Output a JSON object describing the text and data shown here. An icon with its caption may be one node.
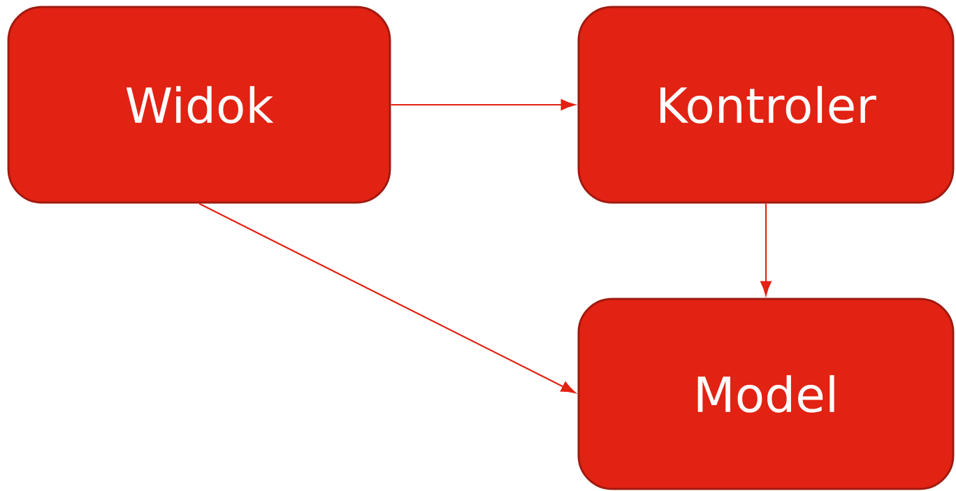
{
  "diagram": {
    "nodes": [
      {
        "text": [
          "Widok"
        ]
      },
      {
        "text": [
          "Kontroler"
        ]
      },
      {
        "text": [
          "Model"
        ]
      }
    ],
    "edges": [
      {
        "from": 0,
        "to": 1,
        "arrow": "to"
      },
      {
        "from": 1,
        "to": 2,
        "arrow": "to"
      },
      {
        "from": 0,
        "to": 2,
        "arrow": "to"
      }
    ]
  }
}
